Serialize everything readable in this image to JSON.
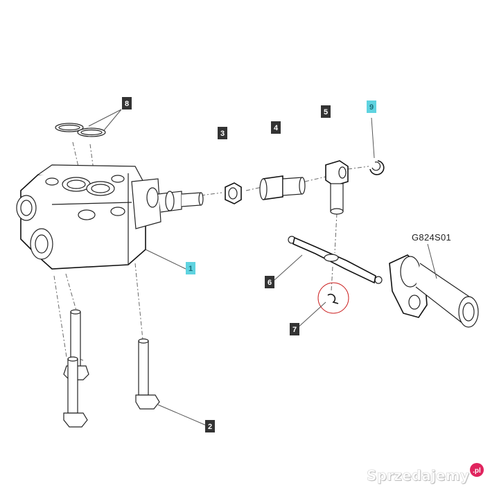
{
  "diagram": {
    "reference_code": "G824S01",
    "callouts": [
      {
        "id": "c1",
        "number": "1",
        "highlight": true
      },
      {
        "id": "c2",
        "number": "2",
        "highlight": false
      },
      {
        "id": "c3",
        "number": "3",
        "highlight": false
      },
      {
        "id": "c4",
        "number": "4",
        "highlight": false
      },
      {
        "id": "c5",
        "number": "5",
        "highlight": false
      },
      {
        "id": "c6",
        "number": "6",
        "highlight": false
      },
      {
        "id": "c7",
        "number": "7",
        "highlight": false
      },
      {
        "id": "c8",
        "number": "8",
        "highlight": false
      },
      {
        "id": "c9",
        "number": "9",
        "highlight": true
      }
    ]
  },
  "watermark": {
    "text": "Sprzedajemy",
    "suffix": ".pl",
    "color": "#d0d0d0",
    "badge_color": "#e0245e"
  },
  "colors": {
    "callout_dark": "#333333",
    "callout_highlight": "#5fd3e0",
    "highlight_text": "#1a6f7a"
  }
}
